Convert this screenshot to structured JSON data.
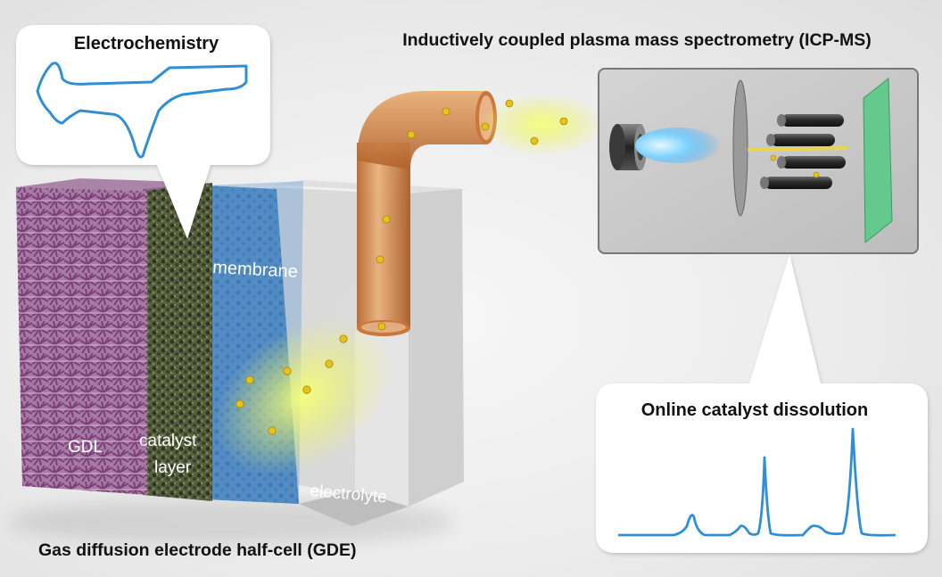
{
  "labels": {
    "electrochemistry": "Electrochemistry",
    "icpms": "Inductively coupled plasma mass spectrometry (ICP-MS)",
    "online": "Online catalyst dissolution",
    "gde": "Gas diffusion electrode half-cell (GDE)",
    "membrane": "membrane",
    "gdl": "GDL",
    "catalyst_line1": "catalyst",
    "catalyst_line2": "layer",
    "electrolyte": "electrolyte"
  },
  "colors": {
    "curve": "#2f8fd6",
    "gdl": "#8d4f8a",
    "catalyst": "#4e5a3f",
    "membrane": "#3d7fc2",
    "tube": "#d8924f",
    "particle": "#e6c21a",
    "detector": "#5cc58a"
  }
}
